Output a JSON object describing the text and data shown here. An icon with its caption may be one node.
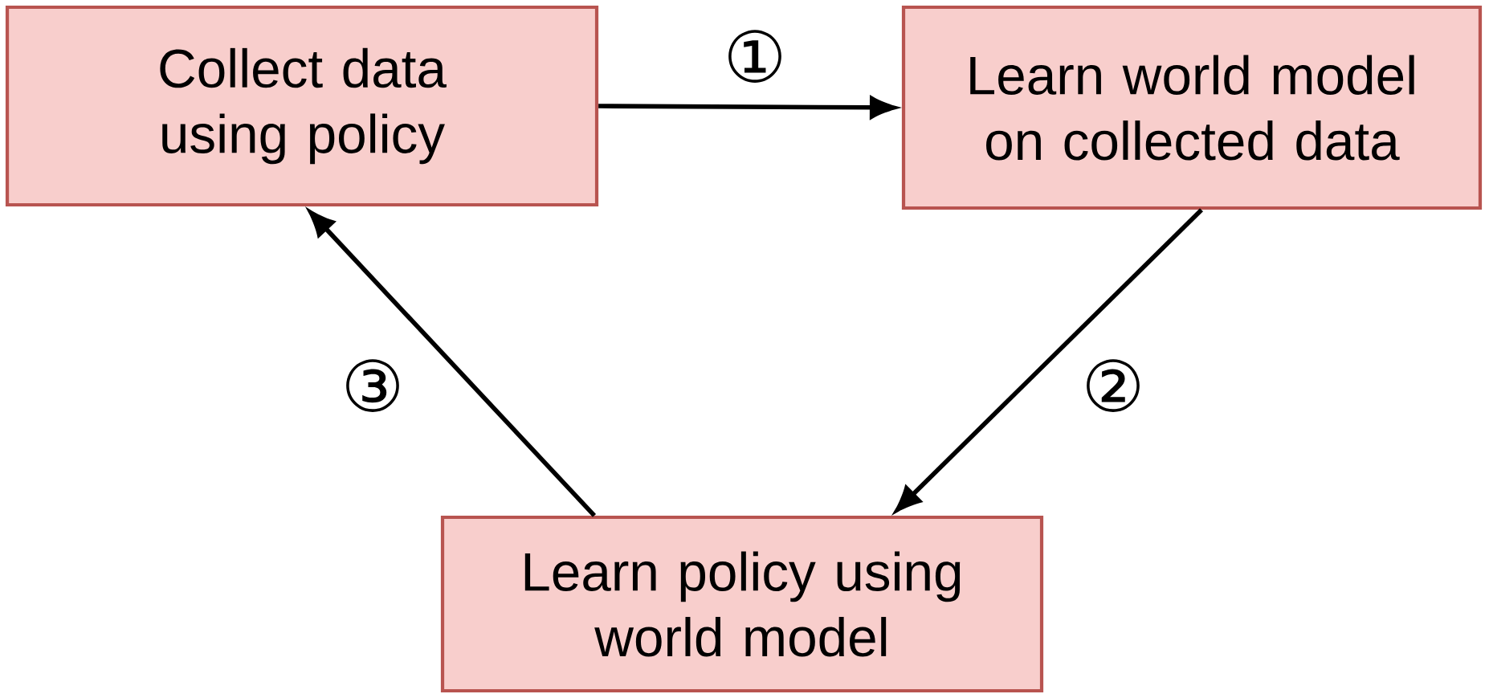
{
  "diagram": {
    "nodes": [
      {
        "text": [
          "Collect data using policy"
        ]
      },
      {
        "text": [
          "Learn world model on collected data"
        ]
      },
      {
        "text": [
          "Learn policy using world model"
        ]
      }
    ],
    "edges": [
      {
        "from": 0,
        "to": 1,
        "arrow": "to",
        "label": "①"
      },
      {
        "from": 1,
        "to": 2,
        "arrow": "to",
        "label": "②"
      },
      {
        "from": 2,
        "to": 0,
        "arrow": "to",
        "label": "③"
      }
    ]
  }
}
